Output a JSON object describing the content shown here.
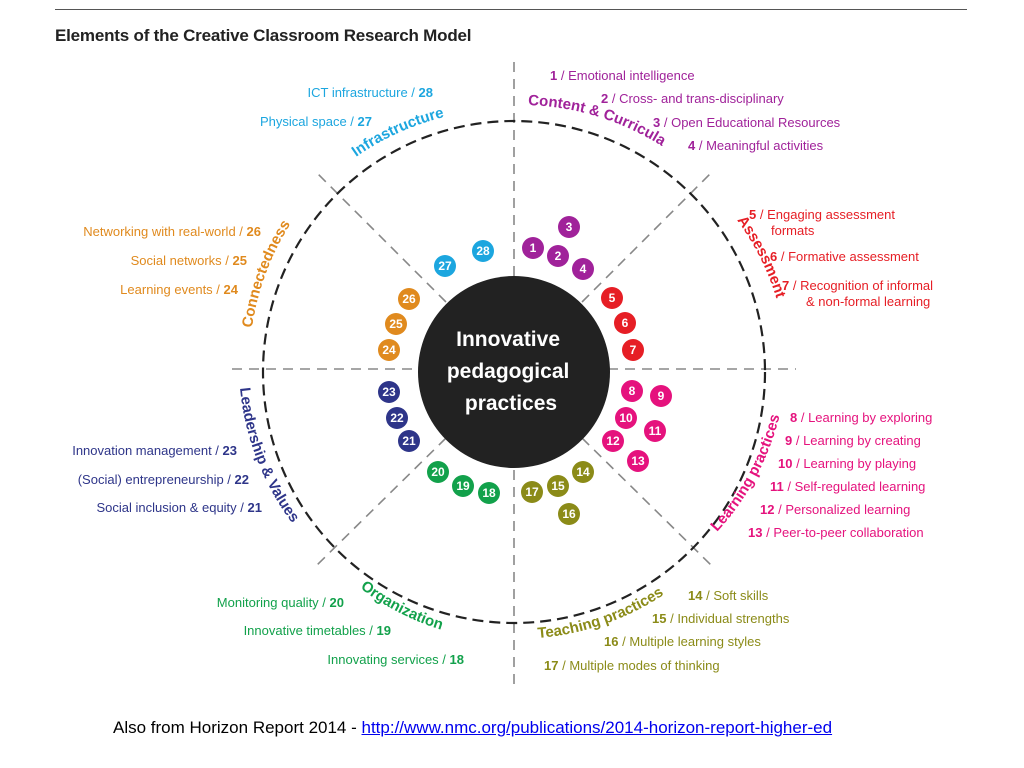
{
  "title": "Elements of the Creative Classroom Research Model",
  "center": {
    "lines": [
      "Innovative",
      "pedagogical",
      "practices"
    ]
  },
  "colors": {
    "content": "#a0229a",
    "assessment": "#e61e25",
    "learning": "#e5127d",
    "teaching": "#8b8b18",
    "organization": "#12a14b",
    "leadership": "#2e3589",
    "connectedness": "#e08a1e",
    "infrastructure": "#1ca6df"
  },
  "categories": [
    {
      "id": "content",
      "name": "Content & Curricula",
      "color": "#a0229a",
      "items": [
        {
          "n": "1",
          "text": "Emotional intelligence"
        },
        {
          "n": "2",
          "text": "Cross- and trans-disciplinary"
        },
        {
          "n": "3",
          "text": "Open Educational Resources"
        },
        {
          "n": "4",
          "text": "Meaningful activities"
        }
      ]
    },
    {
      "id": "assessment",
      "name": "Assessment",
      "color": "#e61e25",
      "items": [
        {
          "n": "5",
          "text": "Engaging assessment",
          "text2": "formats"
        },
        {
          "n": "6",
          "text": "Formative assessment"
        },
        {
          "n": "7",
          "text": "Recognition of informal",
          "text2": "& non-formal learning"
        }
      ]
    },
    {
      "id": "learning",
      "name": "Learning practices",
      "color": "#e5127d",
      "items": [
        {
          "n": "8",
          "text": "Learning by exploring"
        },
        {
          "n": "9",
          "text": "Learning by creating"
        },
        {
          "n": "10",
          "text": "Learning by playing"
        },
        {
          "n": "11",
          "text": "Self-regulated learning"
        },
        {
          "n": "12",
          "text": "Personalized learning"
        },
        {
          "n": "13",
          "text": "Peer-to-peer collaboration"
        }
      ]
    },
    {
      "id": "teaching",
      "name": "Teaching practices",
      "color": "#8b8b18",
      "items": [
        {
          "n": "14",
          "text": "Soft skills"
        },
        {
          "n": "15",
          "text": "Individual strengths"
        },
        {
          "n": "16",
          "text": "Multiple learning styles"
        },
        {
          "n": "17",
          "text": "Multiple modes of thinking"
        }
      ]
    },
    {
      "id": "organization",
      "name": "Organization",
      "color": "#12a14b",
      "items": [
        {
          "n": "20",
          "text": "Monitoring quality"
        },
        {
          "n": "19",
          "text": "Innovative timetables"
        },
        {
          "n": "18",
          "text": "Innovating services"
        }
      ]
    },
    {
      "id": "leadership",
      "name": "Leadership & Values",
      "color": "#2e3589",
      "items": [
        {
          "n": "23",
          "text": "Innovation management"
        },
        {
          "n": "22",
          "text": "(Social) entrepreneurship"
        },
        {
          "n": "21",
          "text": "Social inclusion & equity"
        }
      ]
    },
    {
      "id": "connectedness",
      "name": "Connectedness",
      "color": "#e08a1e",
      "items": [
        {
          "n": "26",
          "text": "Networking with real-world"
        },
        {
          "n": "25",
          "text": "Social networks"
        },
        {
          "n": "24",
          "text": "Learning events"
        }
      ]
    },
    {
      "id": "infrastructure",
      "name": "Infrastructure",
      "color": "#1ca6df",
      "items": [
        {
          "n": "28",
          "text": "ICT infrastructure"
        },
        {
          "n": "27",
          "text": "Physical space"
        }
      ]
    }
  ],
  "footer": {
    "prefix": "Also from Horizon Report 2014 - ",
    "link": "http://www.nmc.org/publications/2014-horizon-report-higher-ed"
  }
}
